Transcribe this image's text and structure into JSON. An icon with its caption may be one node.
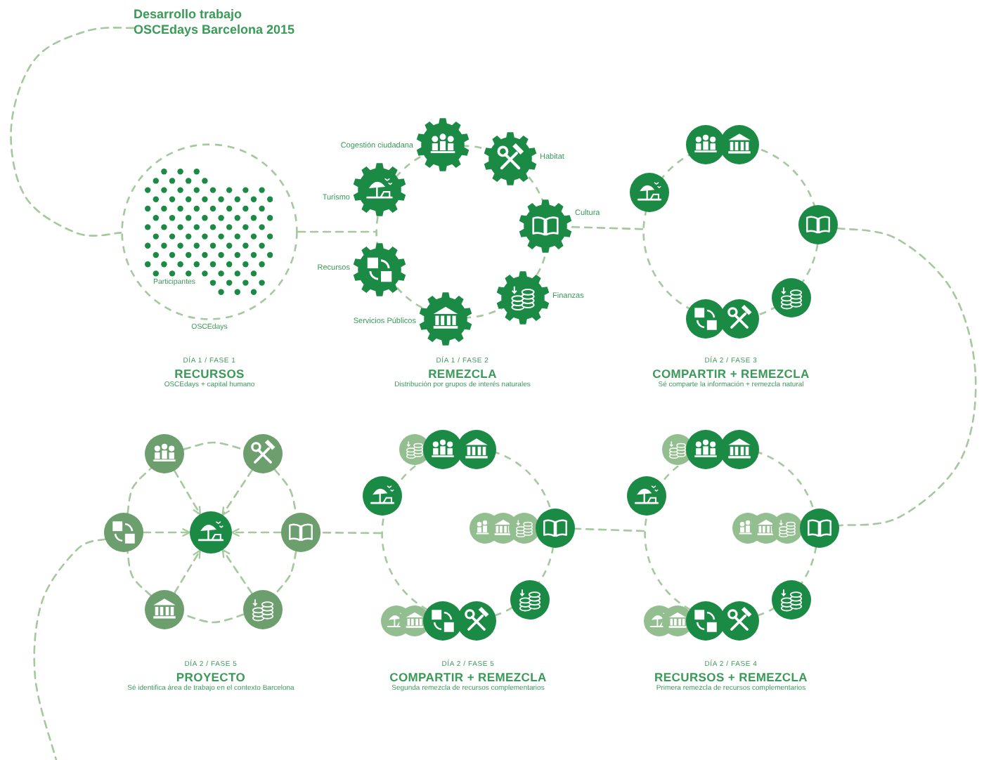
{
  "diagram": {
    "nodes": [
      {
        "text": [
          "Desarrollo trabajo OSCEdays Barcelona 2015"
        ]
      },
      {
        "text": [
          "Participantes",
          "OSCEdays"
        ]
      },
      {
        "text": [],
        "shape": "circle"
      },
      {
        "text": [],
        "shape": "gear",
        "beside": [
          "Cogestión ciudadana"
        ]
      },
      {
        "text": [],
        "shape": "gear",
        "beside": [
          "Habitat"
        ]
      },
      {
        "text": [],
        "shape": "gear",
        "beside": [
          "Turismo"
        ]
      },
      {
        "text": [],
        "shape": "gear",
        "beside": [
          "Cultura"
        ]
      },
      {
        "text": [],
        "shape": "gear",
        "beside": [
          "Recursos"
        ]
      },
      {
        "text": [],
        "shape": "gear",
        "beside": [
          "Finanzas"
        ]
      },
      {
        "text": [],
        "shape": "gear",
        "beside": [
          "Servicios Públicos"
        ]
      },
      {
        "text": [],
        "shape": "circle"
      },
      {
        "text": [],
        "shape": "circle"
      },
      {
        "text": [],
        "shape": "circle"
      },
      {
        "text": [],
        "shape": "circle"
      },
      {
        "text": [],
        "shape": "circle"
      },
      {
        "text": [],
        "shape": "circle"
      },
      {
        "text": [],
        "shape": "circle"
      },
      {
        "text": [],
        "shape": "circle"
      },
      {
        "text": [],
        "shape": "circle"
      },
      {
        "text": [],
        "shape": "circle"
      },
      {
        "text": [],
        "shape": "circle"
      },
      {
        "text": [],
        "shape": "circle"
      },
      {
        "text": [],
        "shape": "circle"
      },
      {
        "text": [],
        "shape": "circle"
      },
      {
        "text": [],
        "shape": "circle"
      },
      {
        "text": [],
        "shape": "circle"
      },
      {
        "text": [],
        "shape": "circle"
      },
      {
        "text": [],
        "shape": "circle"
      },
      {
        "text": [],
        "shape": "circle"
      },
      {
        "text": [],
        "shape": "circle"
      },
      {
        "text": [],
        "shape": "circle",
        "in": 25
      },
      {
        "text": [],
        "shape": "circle",
        "in": 25
      },
      {
        "text": [],
        "shape": "circle",
        "in": 25
      },
      {
        "text": [],
        "shape": "circle"
      },
      {
        "text": [],
        "shape": "circle"
      },
      {
        "text": [],
        "shape": "circle"
      },
      {
        "text": [],
        "shape": "circle"
      },
      {
        "text": [],
        "shape": "circle"
      },
      {
        "text": [],
        "shape": "circle"
      },
      {
        "text": [],
        "shape": "circle"
      },
      {
        "text": [],
        "shape": "circle"
      },
      {
        "text": [],
        "shape": "circle"
      },
      {
        "text": [],
        "shape": "circle"
      },
      {
        "text": [],
        "shape": "circle"
      },
      {
        "text": [],
        "shape": "circle",
        "in": 39
      },
      {
        "text": [],
        "shape": "circle",
        "in": 39
      },
      {
        "text": [],
        "shape": "circle",
        "in": 39
      },
      {
        "text": [],
        "shape": "circle"
      },
      {
        "text": [],
        "shape": "circle"
      },
      {
        "text": [],
        "shape": "circle"
      },
      {
        "text": [],
        "shape": "circle"
      },
      {
        "text": [],
        "shape": "circle"
      },
      {
        "text": [],
        "shape": "circle"
      }
    ],
    "edges": [
      {
        "from": 0,
        "to": 1,
        "arrow": "none",
        "style": "dashed"
      },
      {
        "from": 1,
        "to": 2,
        "arrow": "none",
        "style": "dashed"
      },
      {
        "from": 6,
        "to": 10,
        "arrow": "none",
        "style": "dashed"
      },
      {
        "from": 14,
        "to": 47,
        "arrow": "none",
        "style": "dashed"
      },
      {
        "from": 39,
        "to": 33,
        "arrow": "none",
        "style": "dashed"
      },
      {
        "from": 25,
        "to": 22,
        "arrow": "none",
        "style": "dashed"
      },
      {
        "from": 18,
        "to": 21,
        "arrow": "to",
        "style": "dashed"
      },
      {
        "from": 19,
        "to": 21,
        "arrow": "to",
        "style": "dashed"
      },
      {
        "from": 20,
        "to": 21,
        "arrow": "to",
        "style": "dashed"
      },
      {
        "from": 22,
        "to": 21,
        "arrow": "to",
        "style": "dashed"
      },
      {
        "from": 23,
        "to": 21,
        "arrow": "to",
        "style": "dashed"
      },
      {
        "from": 24,
        "to": 21,
        "arrow": "to",
        "style": "dashed"
      },
      {
        "from": 18,
        "to": 19,
        "arrow": "none",
        "style": "dashed"
      },
      {
        "from": 19,
        "to": 22,
        "arrow": "none",
        "style": "dashed"
      },
      {
        "from": 22,
        "to": 24,
        "arrow": "none",
        "style": "dashed"
      },
      {
        "from": 24,
        "to": 23,
        "arrow": "none",
        "style": "dashed"
      },
      {
        "from": 23,
        "to": 20,
        "arrow": "none",
        "style": "dashed"
      },
      {
        "from": 20,
        "to": 18,
        "arrow": "none",
        "style": "dashed"
      },
      {
        "from": 20,
        "to": null,
        "arrow": "none",
        "style": "dashed"
      }
    ],
    "labels": [
      "DÍA 1 / FASE 1",
      "RECURSOS",
      "OSCEdays + capital humano",
      "DÍA 1 / FASE 2",
      "REMEZCLA",
      "Distribución por grupos de interés naturales",
      "DÍA 2 / FASE 3",
      "COMPARTIR + REMEZCLA",
      "Sé comparte la información + remezcla natural",
      "DÍA 2 / FASE 5",
      "PROYECTO",
      "Sé identifica área de trabajo en el contexto Barcelona",
      "DÍA 2 / FASE 5",
      "COMPARTIR + REMEZCLA",
      "Segunda remezcla de recursos complementarios",
      "DÍA 2 / FASE 4",
      "RECURSOS + REMEZCLA",
      "Primera remezcla de recursos complementarios"
    ]
  }
}
